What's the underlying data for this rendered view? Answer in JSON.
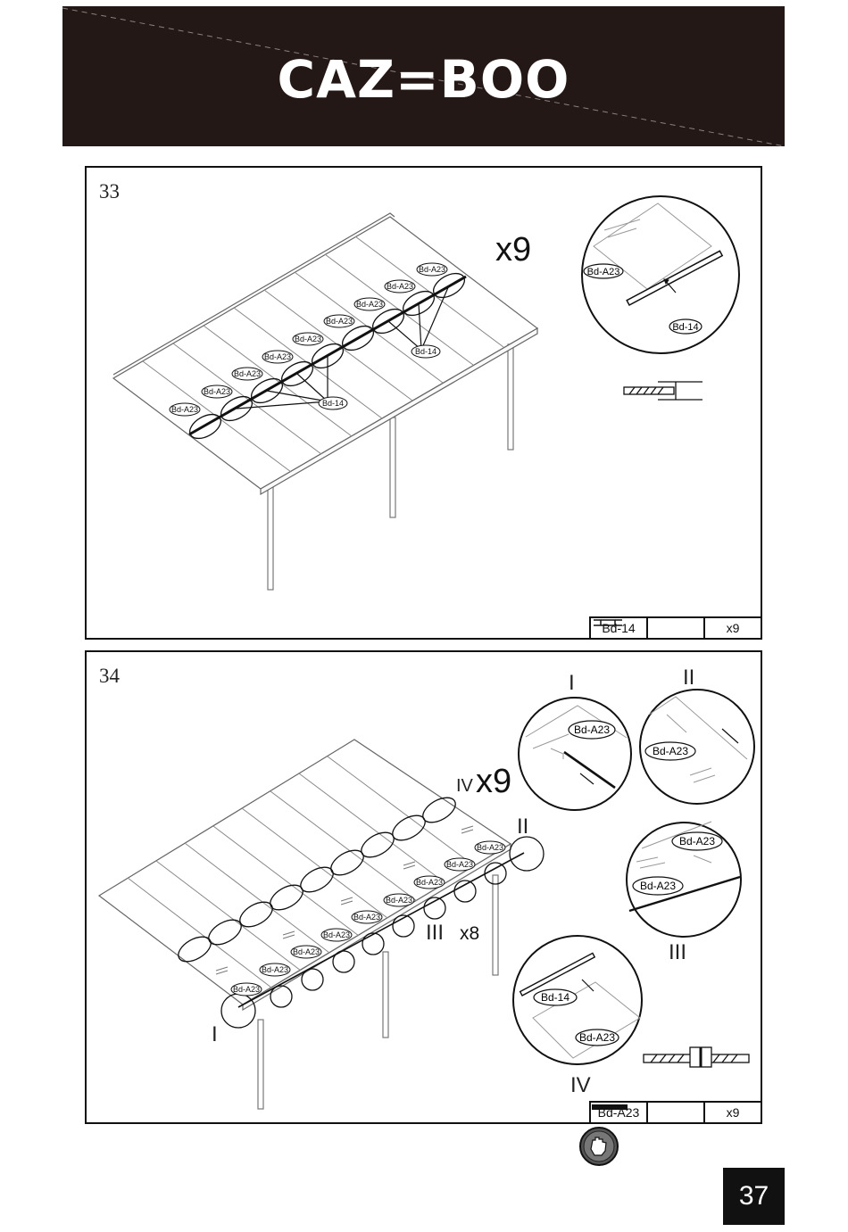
{
  "header": {
    "brand": "CAZ=BOO"
  },
  "step33": {
    "number": "33",
    "quantity": "x9",
    "labels": {
      "panel": "Bd-A23",
      "profile": "Bd-14"
    },
    "parts": {
      "part": "Bd-14",
      "qty": "x9"
    }
  },
  "step34": {
    "number": "34",
    "quantity_main": "x9",
    "quantity_small": "x8",
    "labels": {
      "panel": "Bd-A23",
      "profile": "Bd-14"
    },
    "callouts": {
      "i": "I",
      "ii": "II",
      "iii": "III",
      "iv": "IV"
    },
    "parts": {
      "part": "Bd-A23",
      "qty": "x9"
    }
  },
  "footer": {
    "page_number": "37",
    "glove_icon": "glove-warning-icon"
  }
}
